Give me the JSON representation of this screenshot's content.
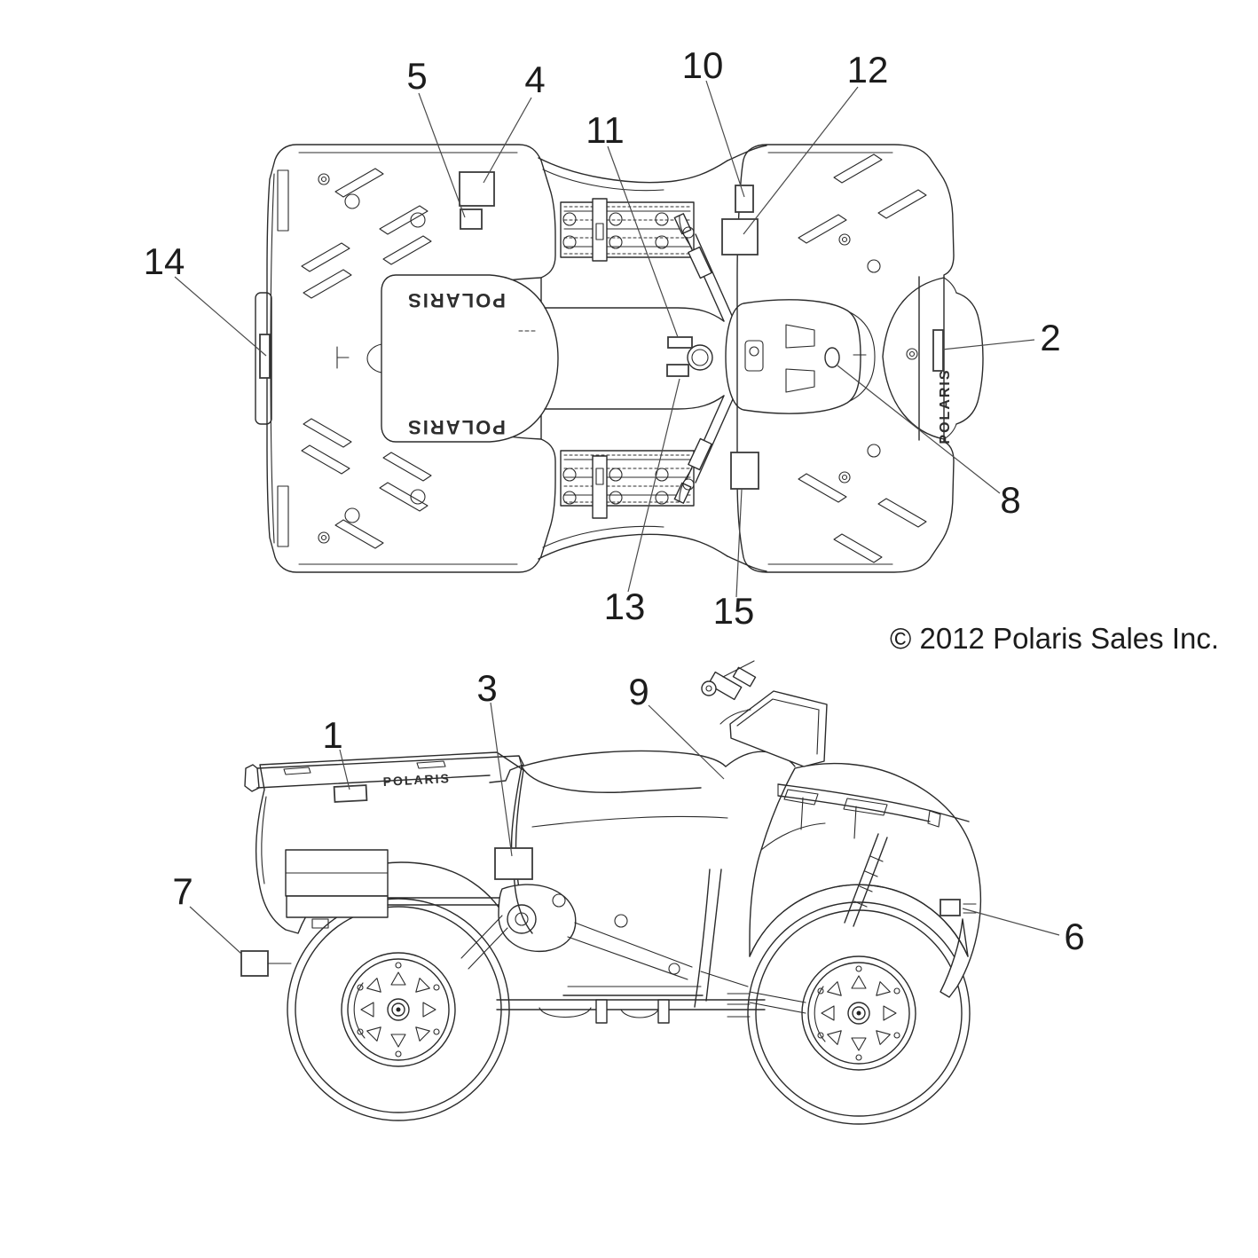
{
  "diagram": {
    "copyright": "© 2012 Polaris Sales Inc.",
    "brand": "POLARIS",
    "callouts": [
      {
        "number": "1"
      },
      {
        "number": "2"
      },
      {
        "number": "3"
      },
      {
        "number": "4"
      },
      {
        "number": "5"
      },
      {
        "number": "6"
      },
      {
        "number": "7"
      },
      {
        "number": "8"
      },
      {
        "number": "9"
      },
      {
        "number": "10"
      },
      {
        "number": "11"
      },
      {
        "number": "12"
      },
      {
        "number": "13"
      },
      {
        "number": "14"
      },
      {
        "number": "15"
      }
    ]
  }
}
